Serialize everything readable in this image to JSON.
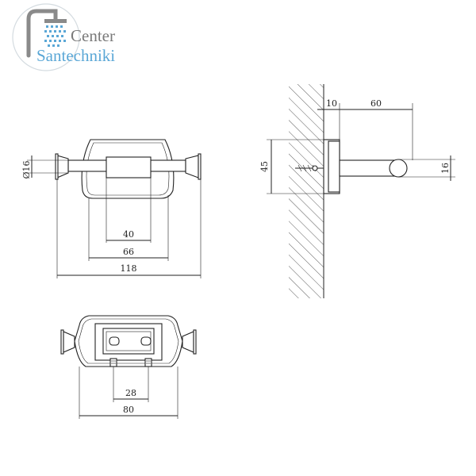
{
  "logo": {
    "line1": "Center",
    "line2": "Santechniki",
    "colors": {
      "grey": "#7a7a7a",
      "blue": "#5aa7d6",
      "light": "#cfd9e0"
    }
  },
  "dimensions": {
    "front_diameter": "Ø16",
    "front_inner": "40",
    "front_plate": "66",
    "front_total": "118",
    "side_plate": "10",
    "side_projection": "60",
    "side_height": "45",
    "side_bar": "16",
    "bottom_holes": "28",
    "bottom_plate": "80"
  }
}
